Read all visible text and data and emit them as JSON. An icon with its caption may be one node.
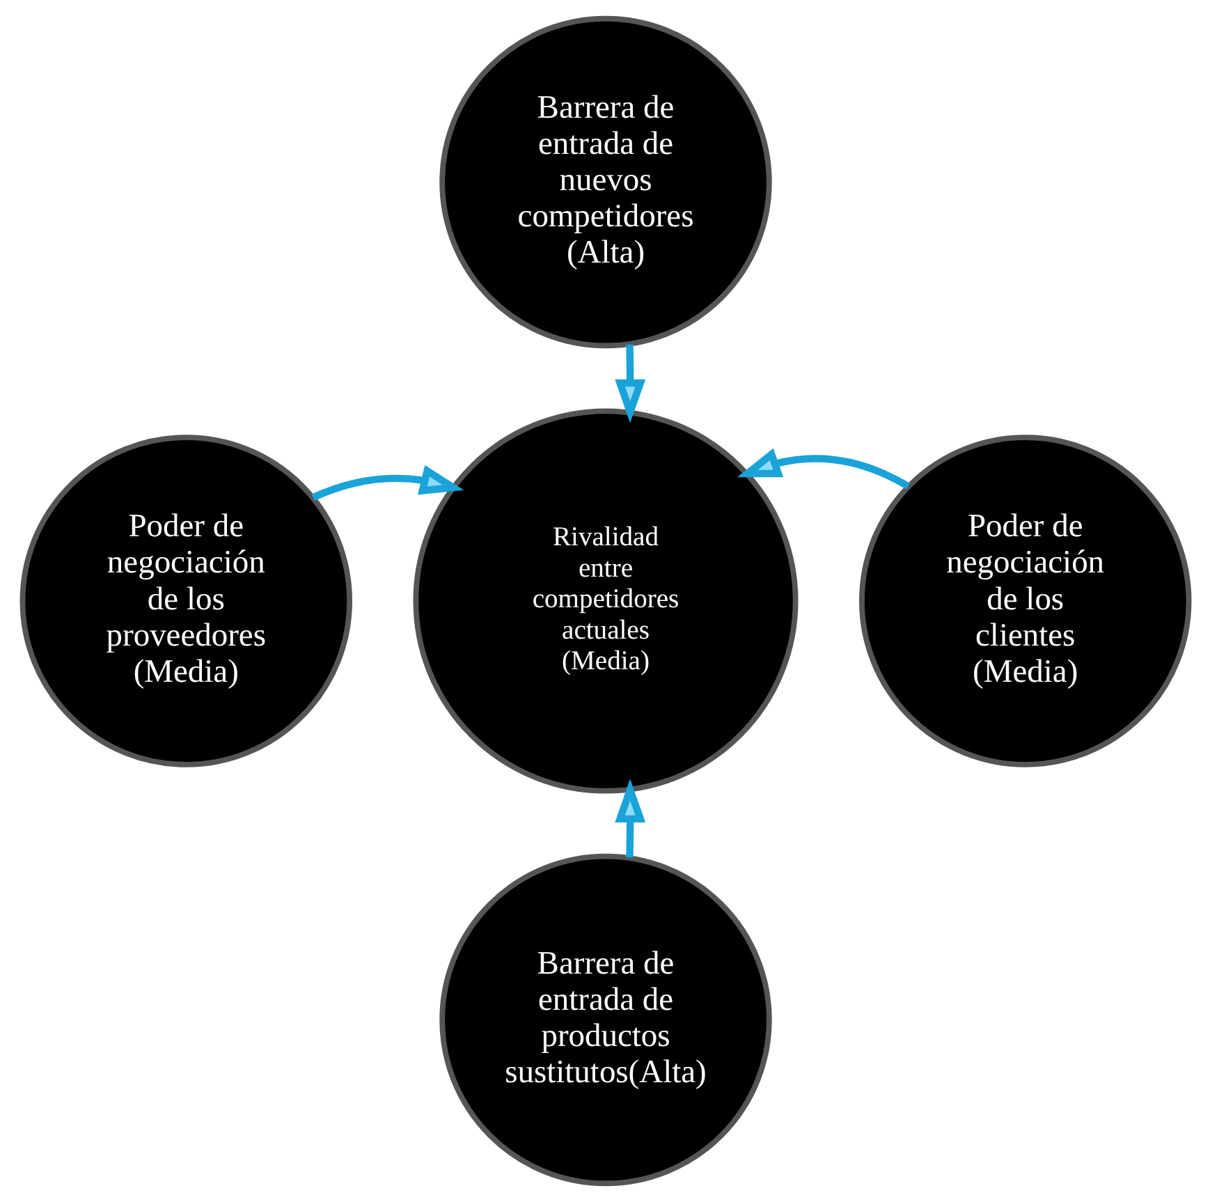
{
  "diagram": {
    "nodes": [
      {
        "text": [
          "Barrera de entrada de nuevos competidores (Alta)"
        ]
      },
      {
        "text": [
          "Poder de negociación de los proveedores (Media)"
        ]
      },
      {
        "text": [
          "Rivalidad entre competidores actuales (Media)"
        ]
      },
      {
        "text": [
          "Poder de negociación de los clientes (Media)"
        ]
      },
      {
        "text": [
          "Barrera de entrada de productos sustitutos(Alta)"
        ]
      }
    ],
    "edges": [
      {
        "from": 0,
        "to": 2,
        "arrow": "to"
      },
      {
        "from": 1,
        "to": 2,
        "arrow": "to"
      },
      {
        "from": 3,
        "to": 2,
        "arrow": "to"
      },
      {
        "from": 4,
        "to": 2,
        "arrow": "to"
      }
    ]
  }
}
